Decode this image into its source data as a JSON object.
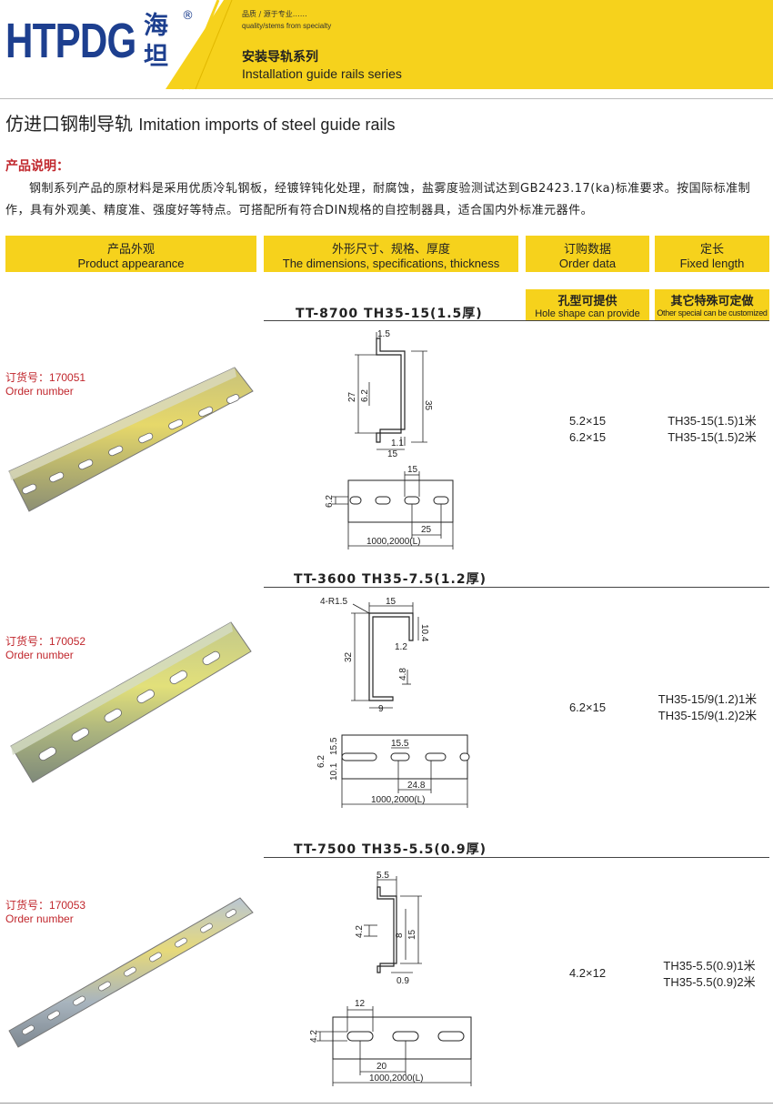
{
  "header": {
    "logo_latin": "HTPDG",
    "logo_cn_top": "海",
    "logo_cn_bottom": "坦",
    "registered": "®",
    "slogan_cn": "品质 / 源于专业……",
    "slogan_en": "quality/stems from specialty",
    "series_cn": "安装导轨系列",
    "series_en": "Installation guide rails series",
    "colors": {
      "yellow": "#f6d21c",
      "logo_blue": "#1d3f8f",
      "accent_red": "#c1272d"
    }
  },
  "page": {
    "title_cn": "仿进口钢制导轨",
    "title_en": "Imitation imports of steel guide rails",
    "desc_heading": "产品说明：",
    "desc_text": "钢制系列产品的原材料是采用优质冷轧钢板，经镀锌钝化处理，耐腐蚀，盐雾度验测试达到GB2423.17(ka)标准要求。按国际标准制作，具有外观美、精度准、强度好等特点。可搭配所有符合DIN规格的自控制器具，适合国内外标准元器件。"
  },
  "table": {
    "columns": [
      {
        "cn": "产品外观",
        "en": "Product appearance"
      },
      {
        "cn": "外形尺寸、规格、厚度",
        "en": "The dimensions, specifications, thickness"
      },
      {
        "cn": "订购数据",
        "en": "Order data"
      },
      {
        "cn": "定长",
        "en": "Fixed length"
      }
    ],
    "sub_columns": [
      {
        "cn": "孔型可提供",
        "en": "Hole shape can provide"
      },
      {
        "cn": "其它特殊可定做",
        "en": "Other special can be customized"
      }
    ],
    "order_label_cn": "订货号：",
    "order_label_en": "Order number",
    "rows": [
      {
        "model": "TT-8700   TH35-15(1.5厚)",
        "order_no": "170051",
        "holes": [
          "5.2×15",
          "6.2×15"
        ],
        "lengths": [
          "TH35-15(1.5)1米",
          "TH35-15(1.5)2米"
        ],
        "profile_dims": [
          "1.5",
          "27",
          "6.2",
          "35",
          "1.1",
          "15"
        ],
        "plan_dims": [
          "15",
          "6.2",
          "25",
          "1000,2000(L)"
        ]
      },
      {
        "model": "TT-3600   TH35-7.5(1.2厚)",
        "order_no": "170052",
        "holes": [
          "6.2×15"
        ],
        "lengths": [
          "TH35-15/9(1.2)1米",
          "TH35-15/9(1.2)2米"
        ],
        "profile_dims": [
          "4-R1.5",
          "15",
          "32",
          "1.2",
          "10.4",
          "4.8",
          "9"
        ],
        "plan_dims": [
          "15.5",
          "6.2",
          "10.1",
          "15.5",
          "24.8",
          "1000,2000(L)"
        ]
      },
      {
        "model": "TT-7500   TH35-5.5(0.9厚)",
        "order_no": "170053",
        "holes": [
          "4.2×12"
        ],
        "lengths": [
          "TH35-5.5(0.9)1米",
          "TH35-5.5(0.9)2米"
        ],
        "profile_dims": [
          "5.5",
          "4.2",
          "8",
          "15",
          "0.9"
        ],
        "plan_dims": [
          "12",
          "4.2",
          "20",
          "1000,2000(L)"
        ]
      }
    ]
  }
}
